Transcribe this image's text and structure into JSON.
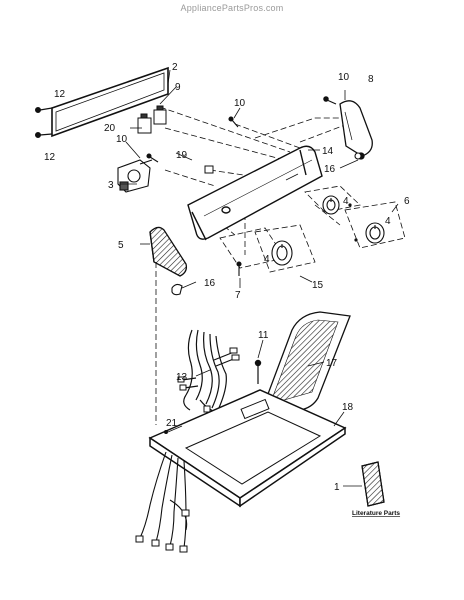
{
  "watermark": "AppliancePartsPros.com",
  "callouts": {
    "c1": "1",
    "c2": "2",
    "c3": "3",
    "c4a": "4",
    "c4b": "4",
    "c4c": "4",
    "c5": "5",
    "c6": "6",
    "c7": "7",
    "c8": "8",
    "c9": "9",
    "c10a": "10",
    "c10b": "10",
    "c10c": "10",
    "c11": "11",
    "c12a": "12",
    "c12b": "12",
    "c13": "13",
    "c14": "14",
    "c15": "15",
    "c16a": "16",
    "c16b": "16",
    "c17": "17",
    "c18": "18",
    "c19": "19",
    "c20": "20",
    "c21": "21"
  },
  "literature_label": "Literature Parts"
}
